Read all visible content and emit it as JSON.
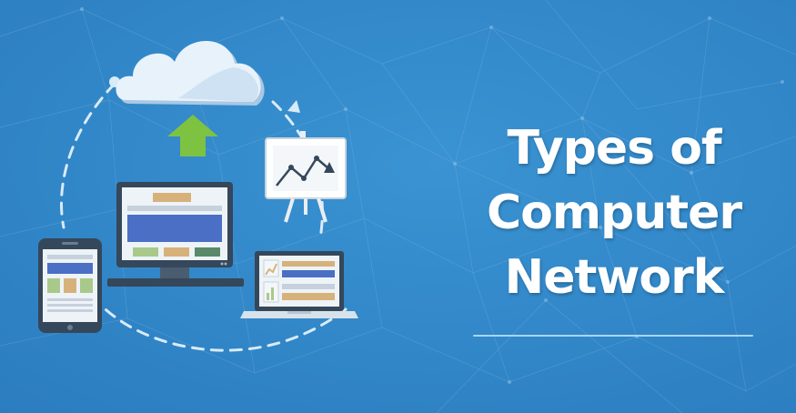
{
  "title": {
    "line1": "Types of",
    "line2": "Computer",
    "line3": "Network"
  },
  "colors": {
    "background": "#2f86c6",
    "cloud": "#e6f1fa",
    "arrow": "#7ec242",
    "device_frame": "#35475a",
    "screen_banner": "#4a6fc4",
    "title_text": "#ffffff"
  },
  "icons": [
    "cloud-icon",
    "upload-arrow-icon",
    "monitor-icon",
    "smartphone-icon",
    "laptop-icon",
    "presentation-board-icon"
  ]
}
